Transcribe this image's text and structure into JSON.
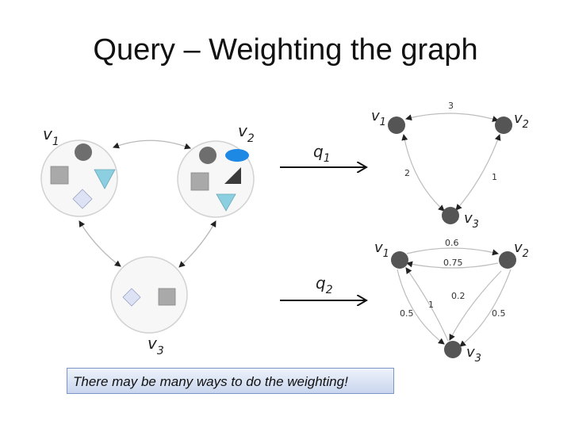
{
  "title": "Query – Weighting the graph",
  "callout": "There may be many ways to do the weighting!",
  "left_graph": {
    "nodes": [
      {
        "id": "v1",
        "base": "v",
        "sub": "1"
      },
      {
        "id": "v2",
        "base": "v",
        "sub": "2"
      },
      {
        "id": "v3",
        "base": "v",
        "sub": "3"
      }
    ],
    "shape_colors": {
      "circle": "#6e6e6e",
      "square": "#a9a9a9",
      "triangle": "#8ccfe0",
      "diamond": "#dde3f5",
      "ellipse": "#1e88e5",
      "wedge": "#3a3a3a"
    }
  },
  "queries": [
    {
      "base": "q",
      "sub": "1"
    },
    {
      "base": "q",
      "sub": "2"
    }
  ],
  "graph_q1": {
    "node_labels": [
      {
        "base": "v",
        "sub": "1"
      },
      {
        "base": "v",
        "sub": "2"
      },
      {
        "base": "v",
        "sub": "3"
      }
    ],
    "weights": {
      "v1_v2": "3",
      "v1_v3": "2",
      "v2_v3": "1"
    }
  },
  "graph_q2": {
    "node_labels": [
      {
        "base": "v",
        "sub": "1"
      },
      {
        "base": "v",
        "sub": "2"
      },
      {
        "base": "v",
        "sub": "3"
      }
    ],
    "weights": {
      "v1_v2_top": "0.6",
      "v2_v1_bottom": "0.75",
      "v1_v3_outer": "0.5",
      "v3_v1_inner": "1",
      "v2_v3_inner": "0.2",
      "v2_v3_outer": "0.5"
    }
  }
}
